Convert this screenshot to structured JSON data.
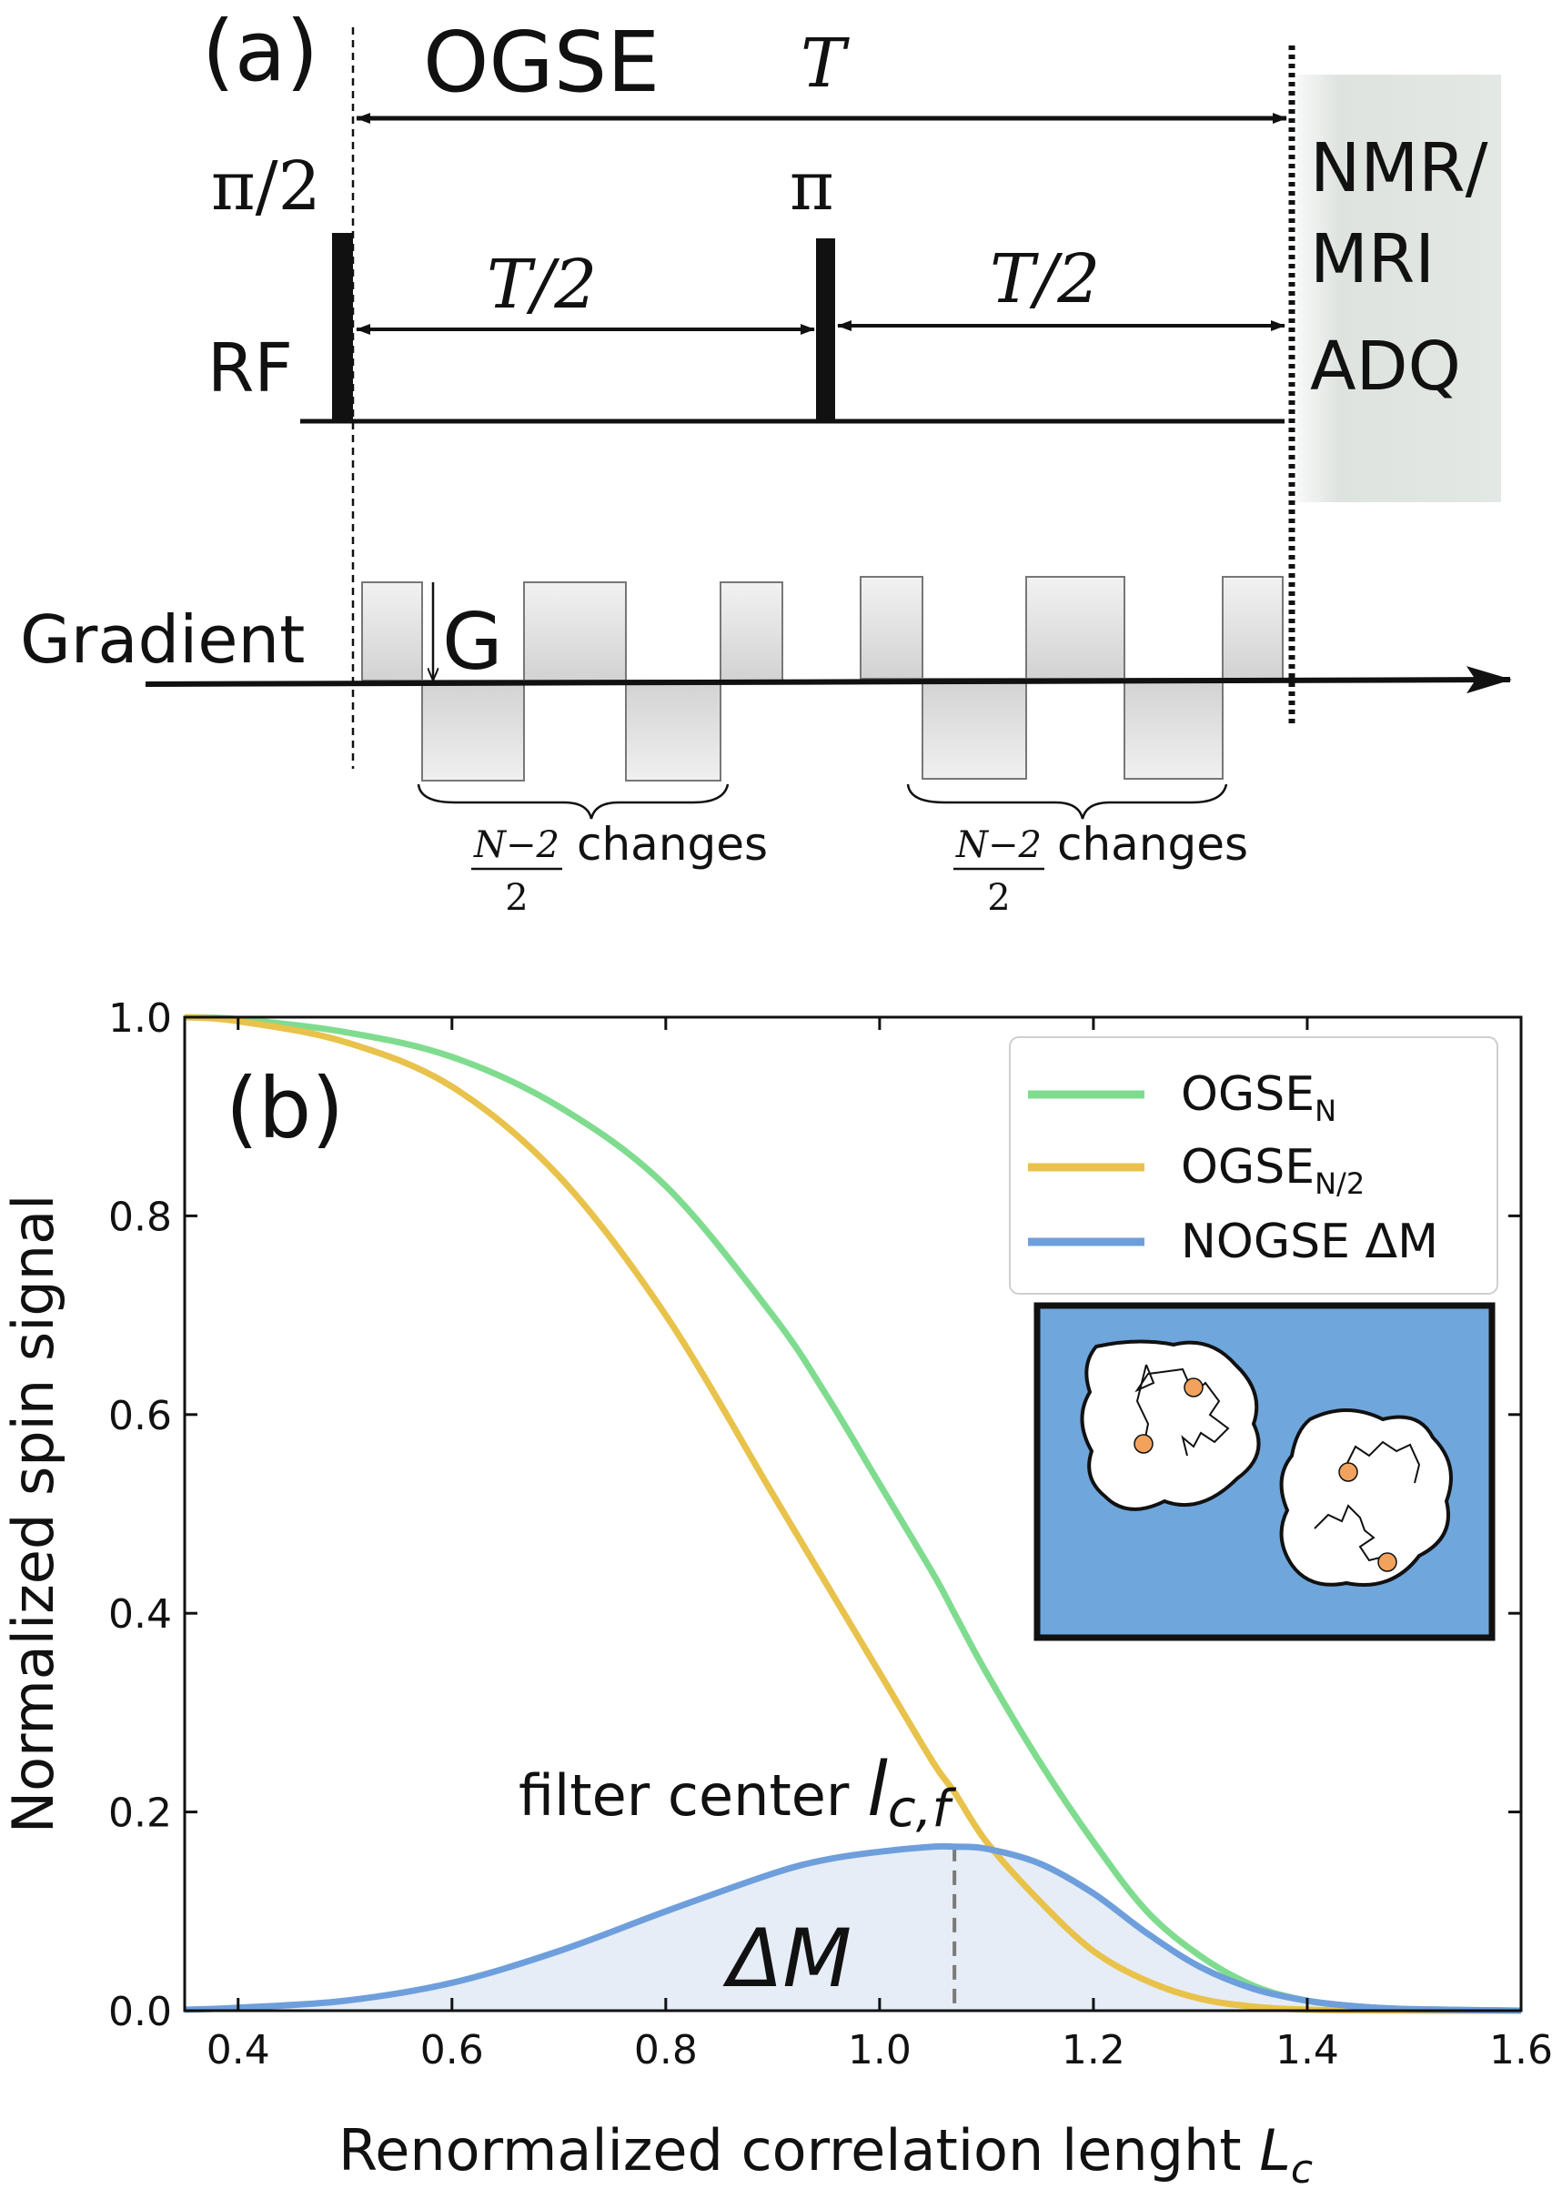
{
  "panel_a": {
    "label": "(a)",
    "title": "OGSE",
    "total_time": "T",
    "pulse_90": "π/2",
    "pulse_180": "π",
    "half_time_left": "T/2",
    "half_time_right": "T/2",
    "rf_label": "RF",
    "acq_line1": "NMR/",
    "acq_line2": "MRI",
    "acq_line3": "ADQ",
    "gradient_label": "Gradient",
    "gradient_amp": "G",
    "changes_num": "N−2",
    "changes_den": "2",
    "changes_text": "changes",
    "colors": {
      "gradient_fill": "#d9d9d9",
      "acq_shade": "#dfe3e0"
    }
  },
  "panel_b": {
    "label": "(b)",
    "filter_text": "filter center ",
    "filter_symbol": "l",
    "filter_subscript": "c,f",
    "delta_m": "ΔM",
    "legend": [
      {
        "name": "OGSE",
        "sub": "N",
        "color": "#7fdc8f"
      },
      {
        "name": "OGSE",
        "sub": "N/2",
        "color": "#e8c24a"
      },
      {
        "name": "NOGSE ΔM",
        "sub": "",
        "color": "#6e9fdc"
      }
    ],
    "inset_icon": "diffusing-spins-in-pores-icon",
    "colors": {
      "inset_bg": "#6fa6dc",
      "spin_dot": "#f2a25c",
      "fill": "#e6edf6"
    }
  },
  "chart_data": {
    "type": "line",
    "xlabel": "Renormalized correlation lenght L_c",
    "ylabel": "Normalized spin signal",
    "xlim": [
      0.35,
      1.6
    ],
    "ylim": [
      0.0,
      1.0
    ],
    "xticks": [
      "0.4",
      "0.6",
      "0.8",
      "1.0",
      "1.2",
      "1.4",
      "1.6"
    ],
    "yticks": [
      "0.0",
      "0.2",
      "0.4",
      "0.6",
      "0.8",
      "1.0"
    ],
    "filter_center_x": 1.07,
    "x": [
      0.35,
      0.4,
      0.5,
      0.6,
      0.7,
      0.8,
      0.9,
      0.95,
      1.0,
      1.05,
      1.07,
      1.1,
      1.15,
      1.2,
      1.25,
      1.3,
      1.35,
      1.4,
      1.45,
      1.5,
      1.6
    ],
    "series": [
      {
        "name": "OGSE_N",
        "values": [
          1.0,
          0.998,
          0.985,
          0.96,
          0.91,
          0.83,
          0.7,
          0.62,
          0.53,
          0.44,
          0.4,
          0.34,
          0.25,
          0.17,
          0.1,
          0.055,
          0.025,
          0.01,
          0.004,
          0.0015,
          0.0
        ]
      },
      {
        "name": "OGSE_N/2",
        "values": [
          1.0,
          0.996,
          0.975,
          0.93,
          0.84,
          0.7,
          0.52,
          0.43,
          0.34,
          0.25,
          0.22,
          0.17,
          0.11,
          0.06,
          0.03,
          0.012,
          0.004,
          0.001,
          0.0003,
          0.0,
          0.0
        ]
      },
      {
        "name": "NOGSE ΔM",
        "values": [
          0.001,
          0.003,
          0.01,
          0.028,
          0.06,
          0.1,
          0.138,
          0.152,
          0.16,
          0.165,
          0.165,
          0.163,
          0.148,
          0.118,
          0.078,
          0.044,
          0.022,
          0.01,
          0.004,
          0.0015,
          0.0
        ]
      }
    ]
  }
}
